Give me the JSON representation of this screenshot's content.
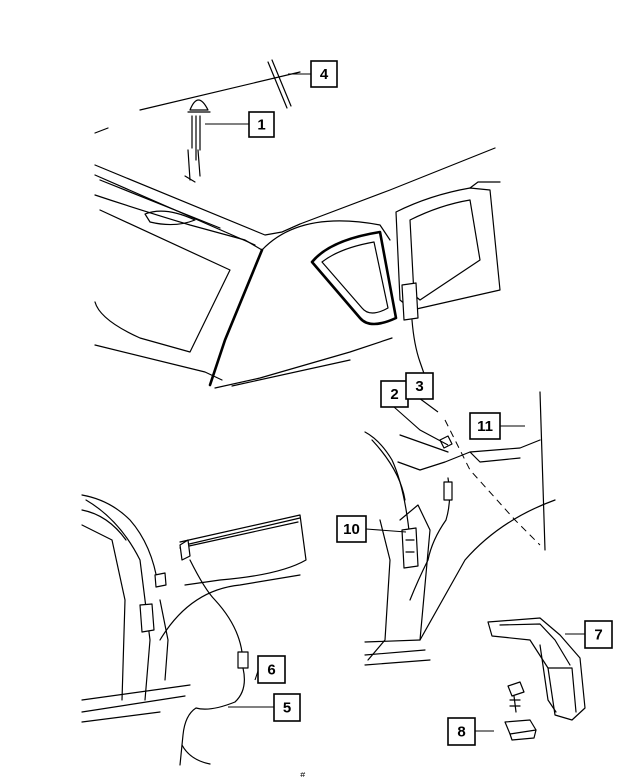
{
  "callouts": [
    {
      "id": "callout-1",
      "label": "1"
    },
    {
      "id": "callout-2",
      "label": "2"
    },
    {
      "id": "callout-3",
      "label": "3"
    },
    {
      "id": "callout-4",
      "label": "4"
    },
    {
      "id": "callout-5",
      "label": "5"
    },
    {
      "id": "callout-6",
      "label": "6"
    },
    {
      "id": "callout-7",
      "label": "7"
    },
    {
      "id": "callout-8",
      "label": "8"
    },
    {
      "id": "callout-10",
      "label": "10"
    },
    {
      "id": "callout-11",
      "label": "11"
    }
  ],
  "footer": {
    "text": "#          "
  },
  "colors": {
    "ink": "#000000",
    "paper": "#ffffff"
  }
}
